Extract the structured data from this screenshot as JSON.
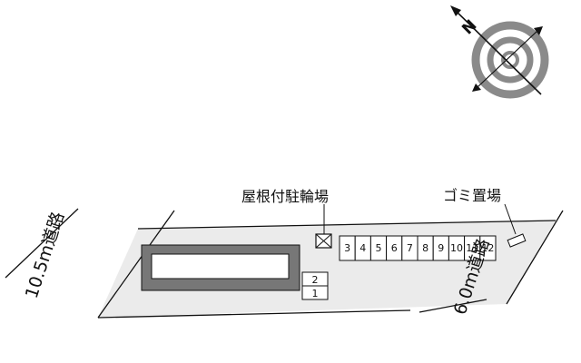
{
  "labels": {
    "roof_bicycle_parking": "屋根付駐輪場",
    "garbage_area": "ゴミ置場"
  },
  "roads": {
    "left": "10.5m道路",
    "right": "6.0m道路"
  },
  "compass": {
    "north_label": "N"
  },
  "parking_spaces": {
    "row": [
      "3",
      "4",
      "5",
      "6",
      "7",
      "8",
      "9",
      "10",
      "11",
      "12"
    ],
    "stacked": [
      "2",
      "1"
    ]
  },
  "colors": {
    "line": "#111111",
    "building": "#777777",
    "ground": "#ebebeb",
    "compass_gray": "#8a8a8a"
  }
}
